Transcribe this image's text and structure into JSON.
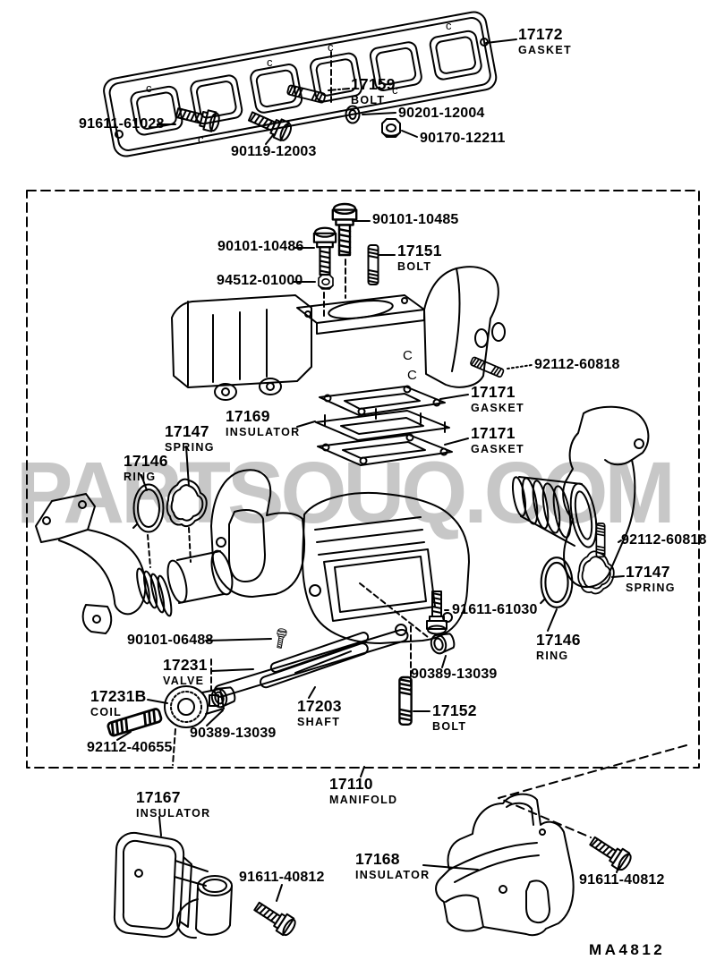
{
  "watermark": {
    "text": "PARTSOUQ.COM",
    "color": "#c7c7c7"
  },
  "footer": {
    "diagram_code": "MA4812"
  },
  "colors": {
    "line": "#000000",
    "background": "#ffffff",
    "watermark": "#c7c7c7"
  },
  "labels": [
    {
      "number": "17172",
      "name": "GASKET"
    },
    {
      "number": "17159",
      "name": "BOLT"
    },
    {
      "number": "90201-12004",
      "name": ""
    },
    {
      "number": "91611-61028",
      "name": ""
    },
    {
      "number": "90119-12003",
      "name": ""
    },
    {
      "number": "90170-12211",
      "name": ""
    },
    {
      "number": "90101-10485",
      "name": ""
    },
    {
      "number": "90101-10486",
      "name": ""
    },
    {
      "number": "17151",
      "name": "BOLT"
    },
    {
      "number": "94512-01000",
      "name": ""
    },
    {
      "number": "92112-60818",
      "name": ""
    },
    {
      "number": "17171",
      "name": "GASKET"
    },
    {
      "number": "17169",
      "name": "INSULATOR"
    },
    {
      "number": "17171",
      "name": "GASKET"
    },
    {
      "number": "17147",
      "name": "SPRING"
    },
    {
      "number": "17146",
      "name": "RING"
    },
    {
      "number": "92112-60818",
      "name": ""
    },
    {
      "number": "17147",
      "name": "SPRING"
    },
    {
      "number": "91611-61030",
      "name": ""
    },
    {
      "number": "17146",
      "name": "RING"
    },
    {
      "number": "90101-06488",
      "name": ""
    },
    {
      "number": "17231",
      "name": "VALVE"
    },
    {
      "number": "90389-13039",
      "name": ""
    },
    {
      "number": "17231B",
      "name": "COIL"
    },
    {
      "number": "17203",
      "name": "SHAFT"
    },
    {
      "number": "17152",
      "name": "BOLT"
    },
    {
      "number": "90389-13039",
      "name": ""
    },
    {
      "number": "92112-40655",
      "name": ""
    },
    {
      "number": "17110",
      "name": "MANIFOLD"
    },
    {
      "number": "17167",
      "name": "INSULATOR"
    },
    {
      "number": "17168",
      "name": "INSULATOR"
    },
    {
      "number": "91611-40812",
      "name": ""
    },
    {
      "number": "91611-40812",
      "name": ""
    }
  ]
}
